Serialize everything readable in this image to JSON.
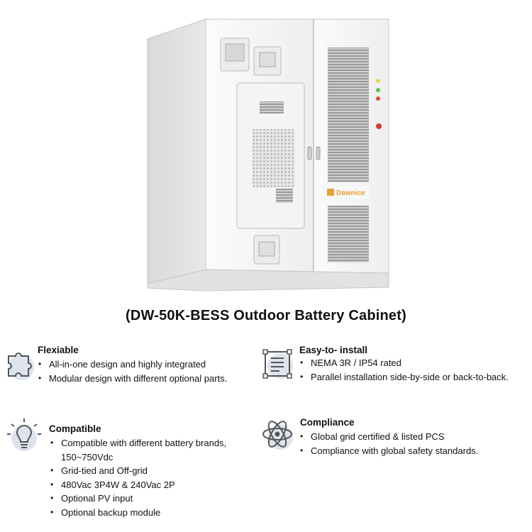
{
  "product": {
    "title": "(DW-50K-BESS Outdoor Battery Cabinet)",
    "brand_label": "Dawnice"
  },
  "features": {
    "flexiable": {
      "title": "Flexiable",
      "icon": "puzzle-icon",
      "items": [
        "All-in-one design and highly integrated",
        "Modular design with different optional parts."
      ]
    },
    "easy_install": {
      "title": "Easy-to- install",
      "icon": "checklist-frame-icon",
      "items": [
        "NEMA 3R / IP54 rated",
        "Parallel installation side-by-side or back-to-back."
      ]
    },
    "compatible": {
      "title": "Compatible",
      "icon": "lightbulb-icon",
      "items": [
        "Compatible with different battery brands,",
        "150~750Vdc",
        "Grid-tied and Off-grid",
        "480Vac 3P4W & 240Vac 2P",
        "Optional PV input",
        "Optional backup module"
      ]
    },
    "compliance": {
      "title": "Compliance",
      "icon": "atom-icon",
      "items": [
        "Global grid certified & listed PCS",
        "Compliance with global safety standards."
      ]
    }
  },
  "colors": {
    "cabinet": "#f2f2f2",
    "brand_orange": "#e8a23a",
    "icon_stroke": "#555555",
    "icon_backdrop": "#dde4ee"
  }
}
